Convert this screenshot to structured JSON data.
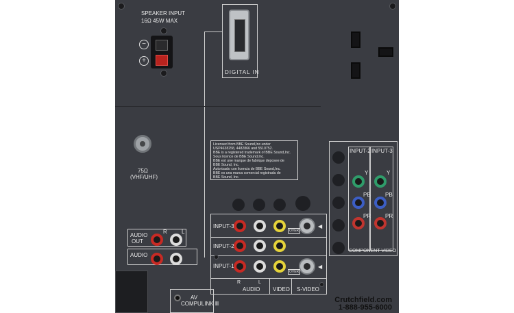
{
  "speaker": {
    "title": "SPEAKER INPUT",
    "spec": "16Ω  45W MAX",
    "minus": "−",
    "plus": "+"
  },
  "digital_in": {
    "label": "DIGITAL IN"
  },
  "antenna": {
    "ohm": "75Ω",
    "band": "(VHF/UHF)"
  },
  "license": {
    "lines": [
      "Licensed from BBE Sound,Inc.under",
      "USP4638258, 4482866 and 5510752.",
      "BBE is a registered trademark of BBE Sound,Inc.",
      "Sous licence de BBE Sound,Inc.",
      "BBE est une marque de fabrique deposee de",
      "BBE Sound, Inc.",
      "Autorizado con licencia de BBE Sound,Inc.",
      "BBE es una marca comercial registrada de",
      "BBE Sound, Inc."
    ]
  },
  "component": {
    "input2": "INPUT-2",
    "input3": "INPUT-3",
    "y": "Y",
    "pb": "PB",
    "pr": "PR",
    "footer": "COMPONENT VIDEO"
  },
  "audio_out": {
    "label_1": "AUDIO",
    "label_2": "OUT",
    "r": "R",
    "l": "L"
  },
  "audio": {
    "label": "AUDIO"
  },
  "inputs": {
    "input3": "INPUT-3",
    "input2": "INPUT-2",
    "input1": "INPUT-1",
    "over": "OVER",
    "arrow": "◀"
  },
  "bottom": {
    "r": "R",
    "l": "L",
    "audio": "AUDIO",
    "video": "VIDEO",
    "svideo": "S-VIDEO"
  },
  "av": {
    "line1": "AV",
    "line2": "COMPULINK Ⅲ"
  },
  "watermark": {
    "site": "Crutchfield.com",
    "phone": "1-888-955-6000"
  }
}
